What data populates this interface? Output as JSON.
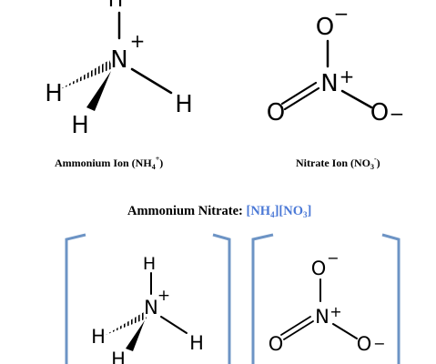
{
  "top": {
    "ammonium": {
      "atoms": {
        "center": "N",
        "charge": "+",
        "h_top": "H",
        "h_left": "H",
        "h_bottom": "H",
        "h_right": "H"
      },
      "caption": {
        "name": "Ammonium Ion (NH",
        "sub": "4",
        "sup": "+",
        "close": ")"
      }
    },
    "nitrate": {
      "atoms": {
        "center": "N",
        "charge": "+",
        "o_top": "O",
        "o_top_charge": "−",
        "o_left": "O",
        "o_right": "O",
        "o_right_charge": "−"
      },
      "caption": {
        "name": "Nitrate Ion (NO",
        "sub": "3",
        "sup": "-",
        "close": ")"
      }
    }
  },
  "compound": {
    "name": "Ammonium Nitrate: ",
    "formula_open": "[NH",
    "formula_sub": "4",
    "formula_close": "][NO",
    "formula_sub2": "3",
    "formula_end": "]"
  },
  "bottom": {
    "ammonium": {
      "center": "N",
      "charge": "+",
      "h_top": "H",
      "h_left": "H",
      "h_bottom": "H",
      "h_right": "H"
    },
    "nitrate": {
      "center": "N",
      "charge": "+",
      "o_top": "O",
      "o_top_charge": "−",
      "o_left": "O",
      "o_right": "O",
      "o_right_charge": "−"
    }
  },
  "colors": {
    "bracket": "#6d94c5",
    "formula": "#4a78d6"
  }
}
